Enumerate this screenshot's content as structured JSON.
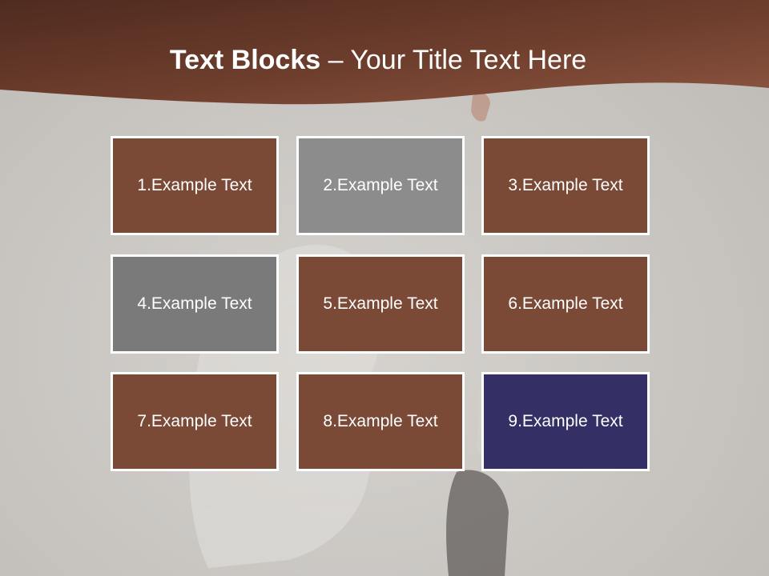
{
  "slide": {
    "title_bold": "Text Blocks",
    "title_dash": " – ",
    "title_rest": "Your Title Text Here"
  },
  "colors": {
    "header": "#6a3a2a",
    "brown": "#7b4a37",
    "gray_light": "#8c8c8c",
    "gray_dark": "#7a7a7a",
    "navy": "#343065"
  },
  "blocks": [
    {
      "label": "1.Example Text",
      "color": "#7b4a37"
    },
    {
      "label": "2.Example Text",
      "color": "#8c8c8c"
    },
    {
      "label": "3.Example Text",
      "color": "#7b4a37"
    },
    {
      "label": "4.Example Text",
      "color": "#7a7a7a"
    },
    {
      "label": "5.Example Text",
      "color": "#7b4a37"
    },
    {
      "label": "6.Example Text",
      "color": "#7b4a37"
    },
    {
      "label": "7.Example Text",
      "color": "#7b4a37"
    },
    {
      "label": "8.Example Text",
      "color": "#7b4a37"
    },
    {
      "label": "9.Example Text",
      "color": "#343065"
    }
  ]
}
